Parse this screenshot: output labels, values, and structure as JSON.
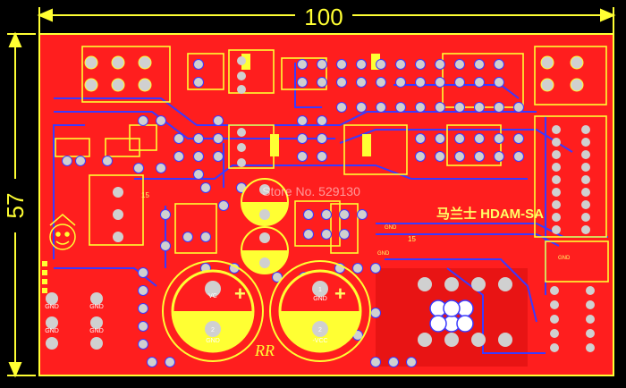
{
  "dimensions": {
    "width_label": "100",
    "height_label": "57"
  },
  "board": {
    "title": "马兰士 HDAM-SA",
    "watermark": "Store No. 529130",
    "maker_mark": "RR",
    "marks": [
      "15",
      "15",
      "GND",
      "GND",
      "GND"
    ]
  },
  "capacitors": {
    "left": {
      "vc_label": "VC",
      "pin2": "2",
      "gnd": "GND",
      "plus": "+"
    },
    "right": {
      "pin1": "1",
      "gnd": "GND",
      "pin2": "2",
      "vcc": "-VCC",
      "plus": "+"
    }
  },
  "pad_labels": [
    "GND",
    "GND",
    "GND",
    "GND"
  ],
  "colors": {
    "copper": "#ff1e1e",
    "silkscreen": "#ffff33",
    "trace": "#3a3aff",
    "pad": "#d0d0d0",
    "dimension": "#ffff33"
  }
}
